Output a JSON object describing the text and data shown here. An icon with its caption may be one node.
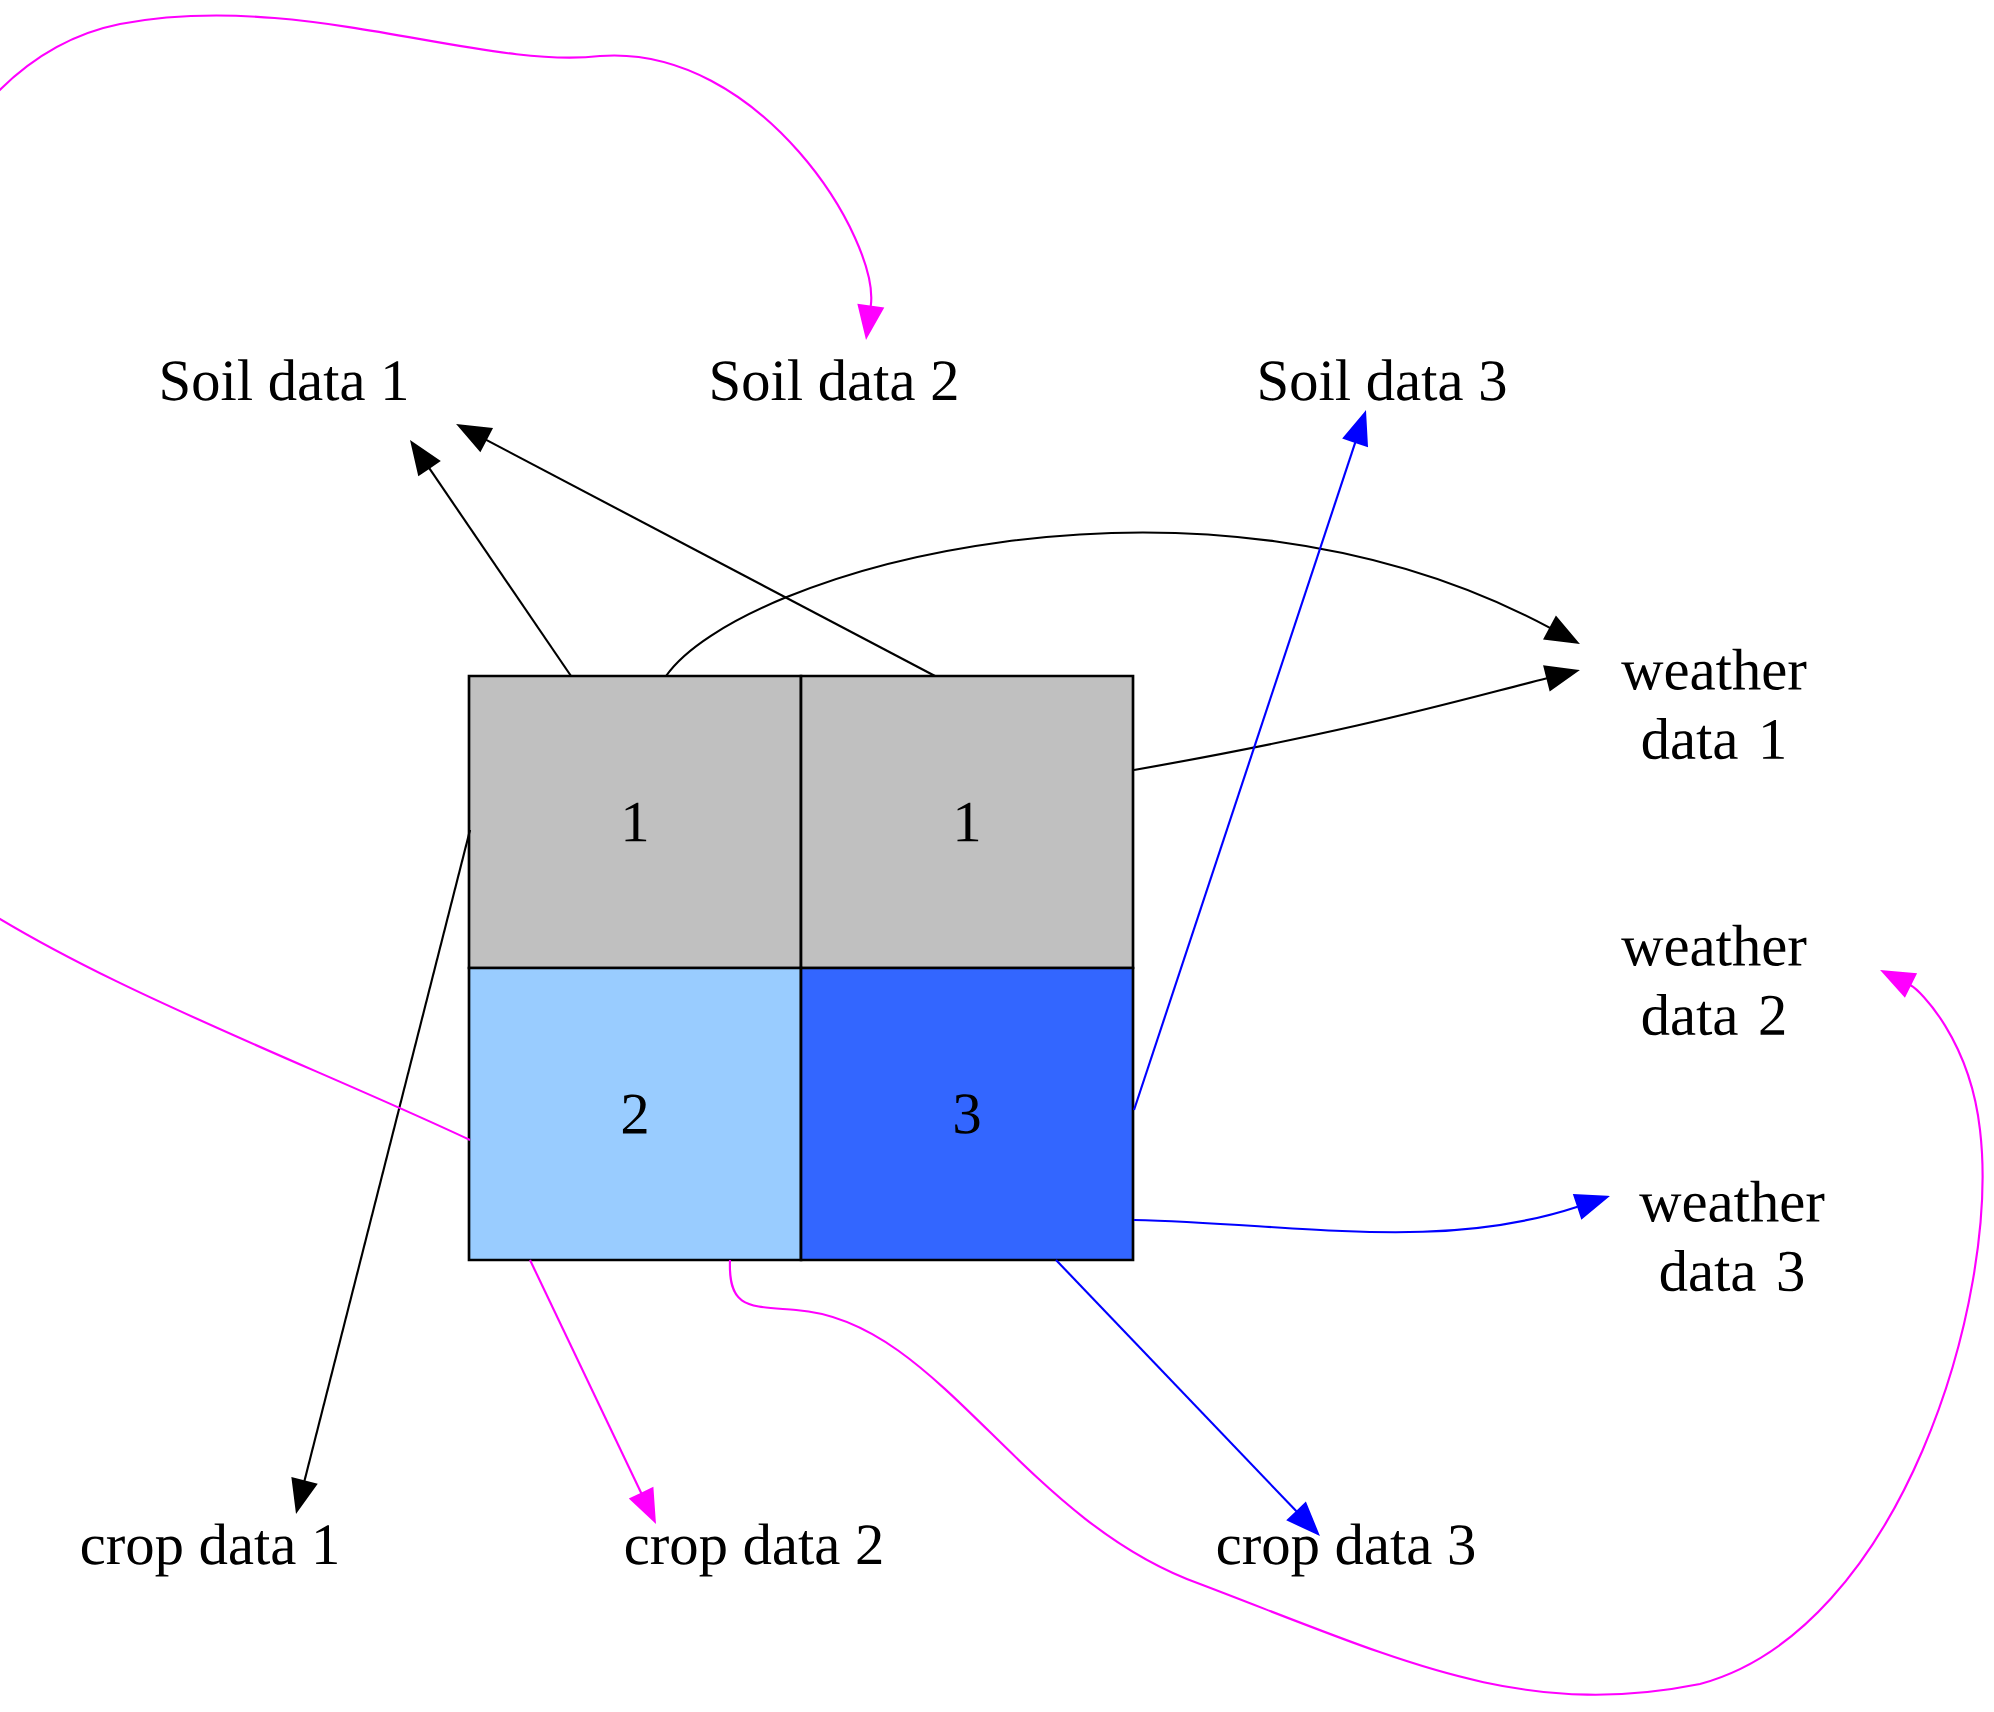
{
  "diagram": {
    "nodes": [
      {
        "text": [
          "1"
        ]
      },
      {
        "text": [
          "1"
        ]
      },
      {
        "text": [
          "2"
        ]
      },
      {
        "text": [
          "3"
        ]
      },
      {
        "text": [
          "Soil data 1"
        ]
      },
      {
        "text": [
          "Soil data 2"
        ]
      },
      {
        "text": [
          "Soil data 3"
        ]
      },
      {
        "text": [
          "weather data 1"
        ]
      },
      {
        "text": [
          "weather data 2"
        ]
      },
      {
        "text": [
          "weather data 3"
        ]
      },
      {
        "text": [
          "crop data 1"
        ]
      },
      {
        "text": [
          "crop data 2"
        ]
      },
      {
        "text": [
          "crop data 3"
        ]
      }
    ],
    "edges": [
      {
        "from": 0,
        "to": 4,
        "arrow": "to"
      },
      {
        "from": 1,
        "to": 4,
        "arrow": "to"
      },
      {
        "from": 0,
        "to": 7,
        "arrow": "to"
      },
      {
        "from": 1,
        "to": 7,
        "arrow": "to"
      },
      {
        "from": 0,
        "to": 10,
        "arrow": "to"
      },
      {
        "from": 2,
        "to": 5,
        "arrow": "to",
        "color": "#ff00ff"
      },
      {
        "from": 2,
        "to": 11,
        "arrow": "to",
        "color": "#ff00ff"
      },
      {
        "from": 2,
        "to": 8,
        "arrow": "to",
        "color": "#ff00ff"
      },
      {
        "from": 3,
        "to": 6,
        "arrow": "to",
        "color": "#0000ff"
      },
      {
        "from": 3,
        "to": 9,
        "arrow": "to",
        "color": "#0000ff"
      },
      {
        "from": 3,
        "to": 12,
        "arrow": "to",
        "color": "#0000ff"
      }
    ]
  }
}
